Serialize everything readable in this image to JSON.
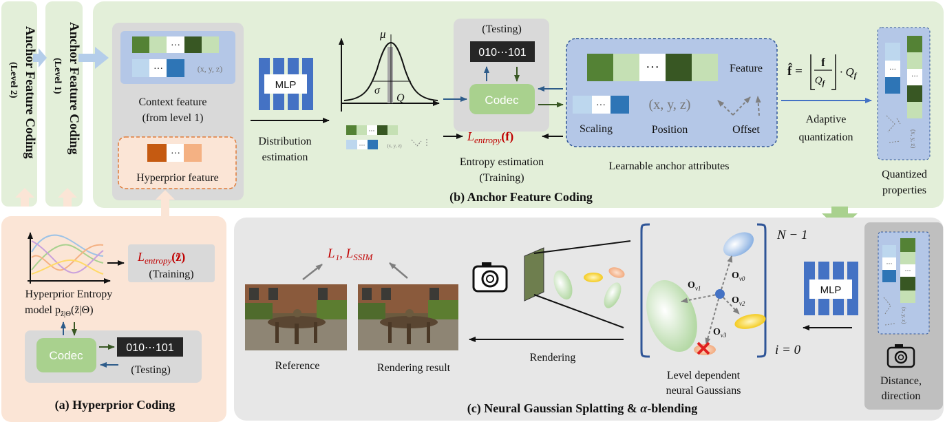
{
  "level_boxes": {
    "level2": {
      "title": "Anchor Feature Coding",
      "sub": "(Level 2)"
    },
    "level1": {
      "title": "Anchor Feature Coding",
      "sub": "(Level 1)"
    }
  },
  "context": {
    "feature_dots": "···",
    "xyz": "(x, y, z)",
    "label_line1": "Context feature",
    "label_line2": "(from level 1)",
    "hyperprior_label": "Hyperprior feature"
  },
  "mlp_label": "MLP",
  "distribution": {
    "line1": "Distribution",
    "line2": "estimation"
  },
  "gauss": {
    "mu": "μ",
    "sigma": "σ",
    "q": "Q"
  },
  "codec_block": {
    "testing": "(Testing)",
    "bitstream": "010⋯101",
    "codec": "Codec",
    "entropy_L": "L",
    "entropy_sub": "entropy",
    "entropy_arg": "(f)",
    "est_line1": "Entropy estimation",
    "est_line2": "(Training)"
  },
  "anchor_attrs": {
    "feature": "Feature",
    "scaling": "Scaling",
    "position": "Position",
    "position_value": "(x, y, z)",
    "offset": "Offset",
    "caption": "Learnable anchor attributes"
  },
  "quant": {
    "fhat": "f̂ =",
    "numerator": "f",
    "den_Q": "Q",
    "den_sub": "f",
    "times": "· Q",
    "times_sub": "f",
    "label_line1": "Adaptive",
    "label_line2": "quantization",
    "props_line1": "Quantized",
    "props_line2": "properties"
  },
  "section_b": "(b) Anchor Feature Coding",
  "hyper": {
    "entropy_L": "L",
    "entropy_sub": "entropy",
    "entropy_arg": "(z̃)",
    "training": "(Training)",
    "model_line1": "Hyperprior Entropy",
    "model_line2": "model p",
    "model_sub": "z̃|Θ",
    "model_arg": "(z̃|Θ)",
    "codec": "Codec",
    "bitstream": "010⋯101",
    "testing": "(Testing)"
  },
  "section_a": "(a) Hyperprior Coding",
  "render": {
    "loss": "L₁, L",
    "loss_sub": "SSIM",
    "reference": "Reference",
    "result": "Rendering result",
    "rendering": "Rendering",
    "n_minus_1": "N − 1",
    "i_zero": "i = 0",
    "offsets": [
      "O",
      "O",
      "O",
      "O"
    ],
    "offset_subs": [
      "v1",
      "v0",
      "v2",
      "v3"
    ],
    "gaussians_line1": "Level dependent",
    "gaussians_line2": "neural Gaussians",
    "distance_line1": "Distance,",
    "distance_line2": "direction"
  },
  "section_c_prefix": "(c) Neural Gaussian Splatting & ",
  "section_c_alpha": "α",
  "section_c_suffix": "-blending",
  "colors": {
    "green_panel": "#e3efd9",
    "green_mid": "#548235",
    "green_light": "#c5e0b4",
    "green_dark": "#385723",
    "blue_mid": "#2e75b6",
    "blue_light": "#bdd7ee",
    "mlp_blue": "#4472c4",
    "orange": "#c55a11",
    "orange_light": "#f4b183",
    "peach_panel": "#fbe5d6",
    "gray_panel": "#d9d9d9",
    "codec_green": "#a9d18e",
    "red": "#c00000"
  }
}
